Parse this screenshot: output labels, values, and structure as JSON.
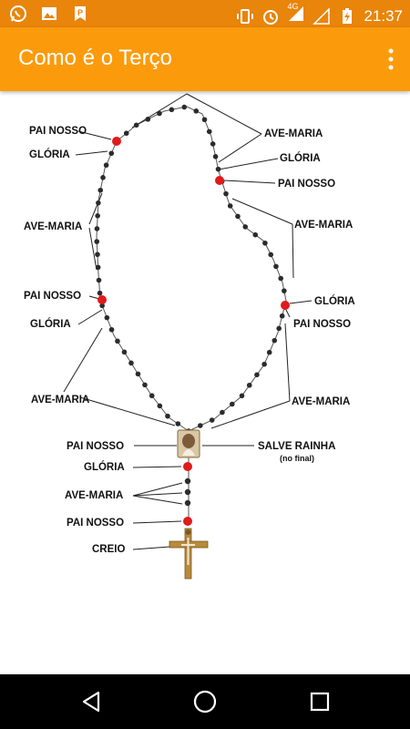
{
  "status_bar": {
    "time": "21:37",
    "network": "4G",
    "left_icons": [
      "whatsapp-icon",
      "gallery-icon",
      "app-p-icon"
    ],
    "right_icons": [
      "vibrate-icon",
      "alarm-icon",
      "signal-icon",
      "signal-empty-icon",
      "battery-charging-icon"
    ]
  },
  "app_bar": {
    "title": "Como é o Terço",
    "menu_icon": "overflow-menu-icon",
    "color": "#fb9b0c"
  },
  "diagram": {
    "labels": {
      "pai_nosso_1": "PAI NOSSO",
      "gloria_1": "GLÓRIA",
      "ave_maria_1": "AVE-MARIA",
      "pai_nosso_2": "PAI NOSSO",
      "gloria_2": "GLÓRIA",
      "ave_maria_2": "AVE-MARIA",
      "ave_maria_top": "AVE-MARIA",
      "gloria_3": "GLÓRIA",
      "pai_nosso_3": "PAI NOSSO",
      "ave_maria_3": "AVE-MARIA",
      "gloria_4": "GLÓRIA",
      "pai_nosso_4": "PAI NOSSO",
      "ave_maria_4": "AVE-MARIA",
      "pai_nosso_5": "PAI NOSSO",
      "salve_rainha": "SALVE RAINHA",
      "salve_rainha_note": "(no final)",
      "gloria_5": "GLÓRIA",
      "ave_maria_5": "AVE-MARIA",
      "pai_nosso_6": "PAI NOSSO",
      "creio": "CREIO"
    },
    "colors": {
      "bead": "#2b2b2b",
      "red_bead": "#e01b1b",
      "chain": "#555555",
      "crucifix": "#b78a3c"
    }
  },
  "nav_bar": {
    "icons": [
      "back-icon",
      "home-icon",
      "recents-icon"
    ]
  }
}
